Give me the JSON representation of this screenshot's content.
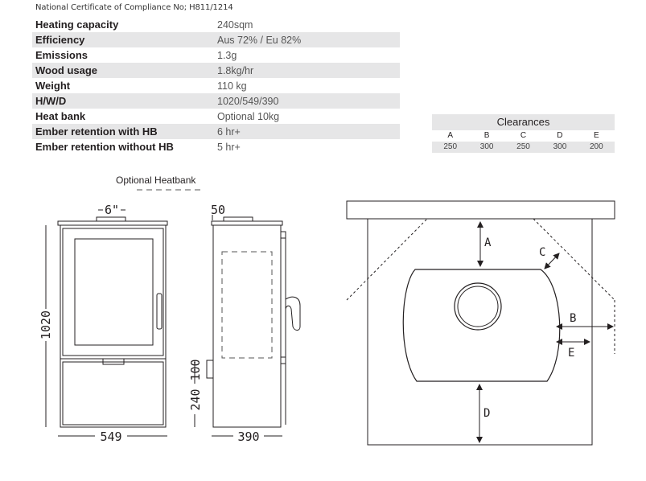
{
  "certificate": "National Certificate of Compliance No; H811/1214",
  "specs": [
    {
      "label": "Heating capacity",
      "value": "240sqm"
    },
    {
      "label": "Efficiency",
      "value": "Aus 72% / Eu 82%"
    },
    {
      "label": "Emissions",
      "value": "1.3g"
    },
    {
      "label": "Wood usage",
      "value": "1.8kg/hr"
    },
    {
      "label": "Weight",
      "value": "110 kg"
    },
    {
      "label": "H/W/D",
      "value": "1020/549/390"
    },
    {
      "label": "Heat bank",
      "value": "Optional 10kg"
    },
    {
      "label": "Ember retention with HB",
      "value": "6 hr+"
    },
    {
      "label": "Ember retention without HB",
      "value": "5 hr+"
    }
  ],
  "clearances": {
    "title": "Clearances",
    "columns": [
      "A",
      "B",
      "C",
      "D",
      "E"
    ],
    "values": [
      "250",
      "300",
      "250",
      "300",
      "200"
    ]
  },
  "front_view": {
    "heatbank_label": "Optional Heatbank",
    "flue_label": "6\"",
    "height_label": "1020",
    "width_label": "549"
  },
  "side_view": {
    "top_label": "50",
    "flue_height_label": "100",
    "base_height_label": "240",
    "depth_label": "390"
  },
  "plan_view": {
    "labels": {
      "a": "A",
      "b": "B",
      "c": "C",
      "d": "D",
      "e": "E"
    }
  }
}
